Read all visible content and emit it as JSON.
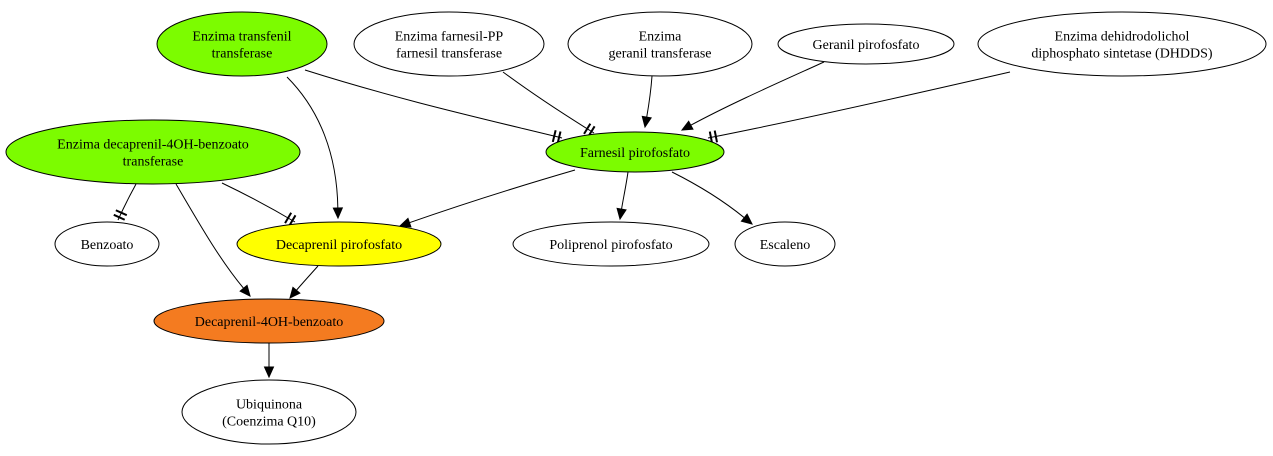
{
  "colors": {
    "green": "#7cfc00",
    "yellow": "#ffff00",
    "orange": "#f47b20",
    "white": "#ffffff"
  },
  "nodes": {
    "enzima_transfenil": {
      "lines": [
        "Enzima transfenil",
        "transferase"
      ],
      "color": "green"
    },
    "enzima_farnesil_pp": {
      "lines": [
        "Enzima farnesil-PP",
        "farnesil transferase"
      ],
      "color": "white"
    },
    "enzima_geranil": {
      "lines": [
        "Enzima",
        "geranil transferase"
      ],
      "color": "white"
    },
    "geranil_pirofosfato": {
      "lines": [
        "Geranil pirofosfato"
      ],
      "color": "white"
    },
    "enzima_dhdds": {
      "lines": [
        "Enzima dehidrodolichol",
        "diphosphato sintetase (DHDDS)"
      ],
      "color": "white"
    },
    "enzima_decaprenil": {
      "lines": [
        "Enzima decaprenil-4OH-benzoato",
        "transferase"
      ],
      "color": "green"
    },
    "farnesil_pirofosfato": {
      "lines": [
        "Farnesil pirofosfato"
      ],
      "color": "green"
    },
    "benzoato": {
      "lines": [
        "Benzoato"
      ],
      "color": "white"
    },
    "decaprenil_pirofosfato": {
      "lines": [
        "Decaprenil pirofosfato"
      ],
      "color": "yellow"
    },
    "poliprenol_pirofosfato": {
      "lines": [
        "Poliprenol pirofosfato"
      ],
      "color": "white"
    },
    "escaleno": {
      "lines": [
        "Escaleno"
      ],
      "color": "white"
    },
    "decaprenil_4oh_benzoato": {
      "lines": [
        "Decaprenil-4OH-benzoato"
      ],
      "color": "orange"
    },
    "ubiquinona": {
      "lines": [
        "Ubiquinona",
        "(Coenzima Q10)"
      ],
      "color": "white"
    }
  },
  "edges": [
    {
      "from": "enzima_transfenil",
      "to": "farnesil_pirofosfato",
      "style": "tee"
    },
    {
      "from": "enzima_farnesil_pp",
      "to": "farnesil_pirofosfato",
      "style": "tee"
    },
    {
      "from": "enzima_geranil",
      "to": "farnesil_pirofosfato",
      "style": "arrow"
    },
    {
      "from": "geranil_pirofosfato",
      "to": "farnesil_pirofosfato",
      "style": "arrow"
    },
    {
      "from": "enzima_dhdds",
      "to": "farnesil_pirofosfato",
      "style": "tee"
    },
    {
      "from": "enzima_transfenil",
      "to": "decaprenil_pirofosfato",
      "style": "arrow"
    },
    {
      "from": "enzima_decaprenil",
      "to": "benzoato",
      "style": "tee"
    },
    {
      "from": "enzima_decaprenil",
      "to": "decaprenil_pirofosfato",
      "style": "tee"
    },
    {
      "from": "enzima_decaprenil",
      "to": "decaprenil_4oh_benzoato",
      "style": "arrow"
    },
    {
      "from": "farnesil_pirofosfato",
      "to": "decaprenil_pirofosfato",
      "style": "arrow"
    },
    {
      "from": "farnesil_pirofosfato",
      "to": "poliprenol_pirofosfato",
      "style": "arrow"
    },
    {
      "from": "farnesil_pirofosfato",
      "to": "escaleno",
      "style": "arrow"
    },
    {
      "from": "decaprenil_pirofosfato",
      "to": "decaprenil_4oh_benzoato",
      "style": "arrow"
    },
    {
      "from": "decaprenil_4oh_benzoato",
      "to": "ubiquinona",
      "style": "arrow"
    }
  ]
}
